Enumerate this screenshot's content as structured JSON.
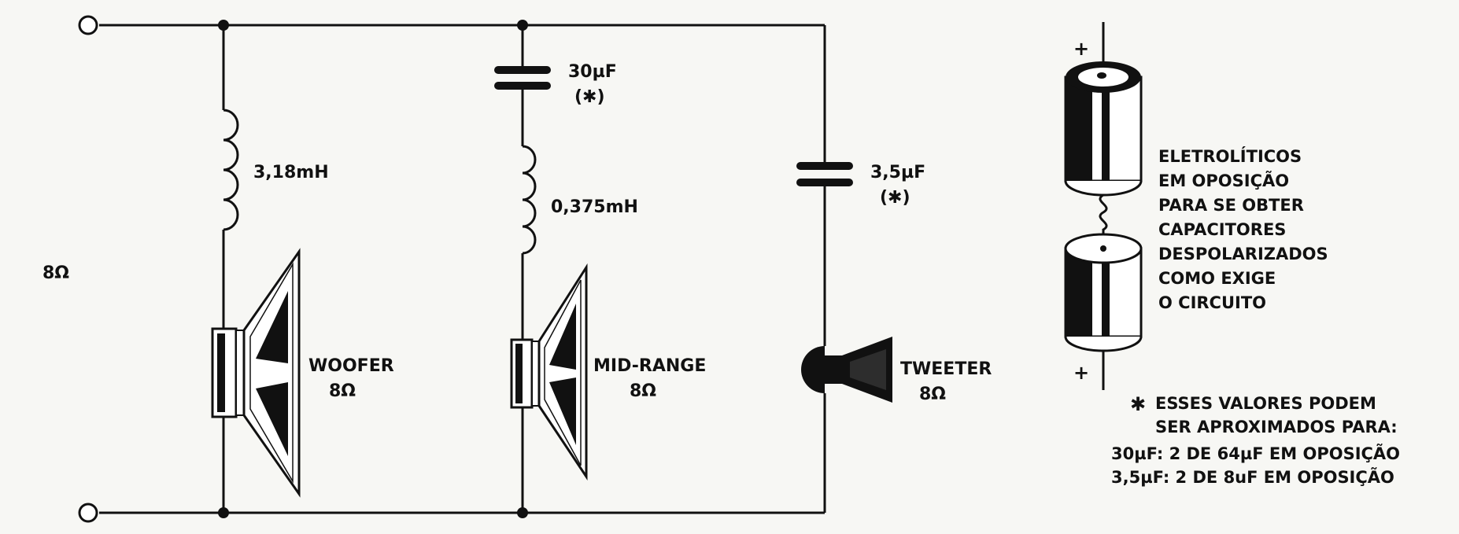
{
  "input": {
    "impedance": "8Ω"
  },
  "woofer": {
    "inductor": "3,18mH",
    "name": "WOOFER",
    "impedance": "8Ω"
  },
  "midrange": {
    "capacitor": "30µF",
    "capacitor_mark": "(✱)",
    "inductor": "0,375mH",
    "name": "MID-RANGE",
    "impedance": "8Ω"
  },
  "tweeter": {
    "capacitor": "3,5µF",
    "capacitor_mark": "(✱)",
    "name": "TWEETER",
    "impedance": "8Ω"
  },
  "electrolytics": {
    "plus_top": "+",
    "plus_bottom": "+",
    "caption_lines": [
      "ELETROLÍTICOS",
      "EM OPOSIÇÃO",
      "PARA SE OBTER",
      "CAPACITORES",
      "DESPOLARIZADOS",
      "COMO EXIGE",
      "O CIRCUITO"
    ]
  },
  "footnote": {
    "star": "✱",
    "line1": "ESSES VALORES PODEM",
    "line2": "SER APROXIMADOS PARA:",
    "line3": "30µF: 2 DE 64µF EM OPOSIÇÃO",
    "line4": "3,5µF: 2 DE  8uF EM OPOSIÇÃO"
  }
}
